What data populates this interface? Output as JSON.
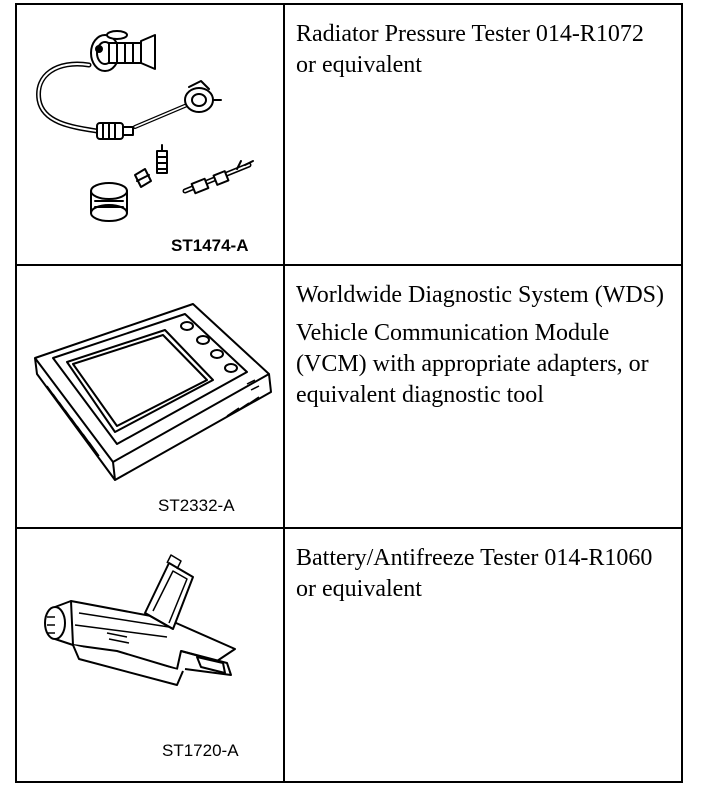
{
  "rows": [
    {
      "figure_label": "ST1474-A",
      "figure_icon": "radiator-pressure-tester-icon",
      "description": [
        "Radiator Pressure Tester 014-R1072 or equivalent"
      ]
    },
    {
      "figure_label": "ST2332-A",
      "figure_icon": "diagnostic-tool-icon",
      "description": [
        "Worldwide Diagnostic System (WDS)",
        "Vehicle Communication Module (VCM) with appropriate adapters, or equivalent diagnostic tool"
      ]
    },
    {
      "figure_label": "ST1720-A",
      "figure_icon": "battery-antifreeze-tester-icon",
      "description": [
        "Battery/Antifreeze Tester 014-R1060 or equivalent"
      ]
    }
  ]
}
